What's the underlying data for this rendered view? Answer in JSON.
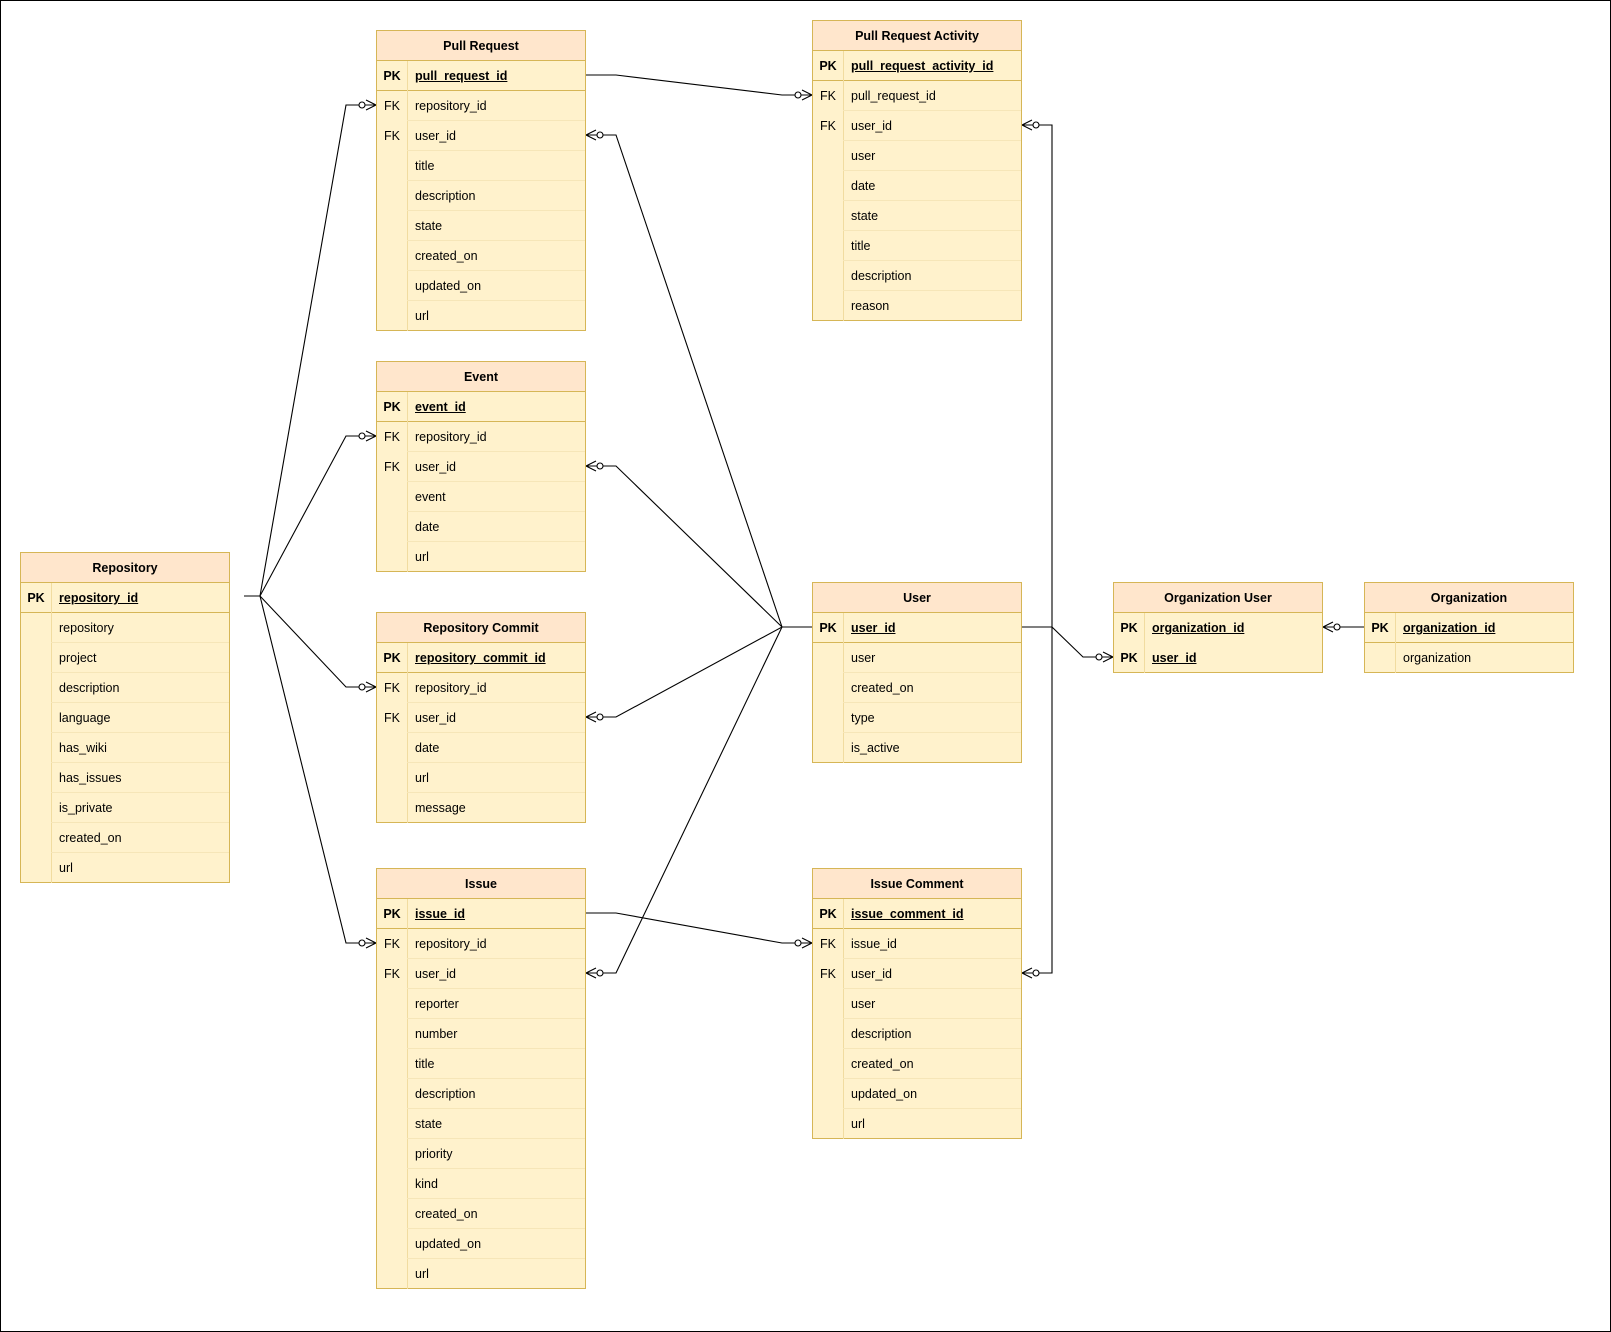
{
  "entities": [
    {
      "id": "repository",
      "title": "Repository",
      "rows": [
        {
          "key": "PK",
          "name": "repository_id",
          "pk": true
        },
        {
          "key": "",
          "name": "repository"
        },
        {
          "key": "",
          "name": "project"
        },
        {
          "key": "",
          "name": "description"
        },
        {
          "key": "",
          "name": "language"
        },
        {
          "key": "",
          "name": "has_wiki"
        },
        {
          "key": "",
          "name": "has_issues"
        },
        {
          "key": "",
          "name": "is_private"
        },
        {
          "key": "",
          "name": "created_on"
        },
        {
          "key": "",
          "name": "url"
        }
      ]
    },
    {
      "id": "pull-request",
      "title": "Pull Request",
      "rows": [
        {
          "key": "PK",
          "name": "pull_request_id",
          "pk": true
        },
        {
          "key": "FK",
          "name": "repository_id"
        },
        {
          "key": "FK",
          "name": "user_id"
        },
        {
          "key": "",
          "name": "title"
        },
        {
          "key": "",
          "name": "description"
        },
        {
          "key": "",
          "name": "state"
        },
        {
          "key": "",
          "name": "created_on"
        },
        {
          "key": "",
          "name": "updated_on"
        },
        {
          "key": "",
          "name": "url"
        }
      ]
    },
    {
      "id": "event",
      "title": "Event",
      "rows": [
        {
          "key": "PK",
          "name": "event_id",
          "pk": true
        },
        {
          "key": "FK",
          "name": "repository_id"
        },
        {
          "key": "FK",
          "name": "user_id"
        },
        {
          "key": "",
          "name": "event"
        },
        {
          "key": "",
          "name": "date"
        },
        {
          "key": "",
          "name": "url"
        }
      ]
    },
    {
      "id": "repository-commit",
      "title": "Repository Commit",
      "rows": [
        {
          "key": "PK",
          "name": "repository_commit_id",
          "pk": true
        },
        {
          "key": "FK",
          "name": "repository_id"
        },
        {
          "key": "FK",
          "name": "user_id"
        },
        {
          "key": "",
          "name": "date"
        },
        {
          "key": "",
          "name": "url"
        },
        {
          "key": "",
          "name": "message"
        }
      ]
    },
    {
      "id": "issue",
      "title": "Issue",
      "rows": [
        {
          "key": "PK",
          "name": "issue_id",
          "pk": true
        },
        {
          "key": "FK",
          "name": "repository_id"
        },
        {
          "key": "FK",
          "name": "user_id"
        },
        {
          "key": "",
          "name": "reporter"
        },
        {
          "key": "",
          "name": "number"
        },
        {
          "key": "",
          "name": "title"
        },
        {
          "key": "",
          "name": "description"
        },
        {
          "key": "",
          "name": "state"
        },
        {
          "key": "",
          "name": "priority"
        },
        {
          "key": "",
          "name": "kind"
        },
        {
          "key": "",
          "name": "created_on"
        },
        {
          "key": "",
          "name": "updated_on"
        },
        {
          "key": "",
          "name": "url"
        }
      ]
    },
    {
      "id": "pull-request-activity",
      "title": "Pull Request Activity",
      "rows": [
        {
          "key": "PK",
          "name": "pull_request_activity_id",
          "pk": true
        },
        {
          "key": "FK",
          "name": "pull_request_id"
        },
        {
          "key": "FK",
          "name": "user_id"
        },
        {
          "key": "",
          "name": "user"
        },
        {
          "key": "",
          "name": "date"
        },
        {
          "key": "",
          "name": "state"
        },
        {
          "key": "",
          "name": "title"
        },
        {
          "key": "",
          "name": "description"
        },
        {
          "key": "",
          "name": "reason"
        }
      ]
    },
    {
      "id": "user",
      "title": "User",
      "rows": [
        {
          "key": "PK",
          "name": "user_id",
          "pk": true
        },
        {
          "key": "",
          "name": "user"
        },
        {
          "key": "",
          "name": "created_on"
        },
        {
          "key": "",
          "name": "type"
        },
        {
          "key": "",
          "name": "is_active"
        }
      ]
    },
    {
      "id": "issue-comment",
      "title": "Issue Comment",
      "rows": [
        {
          "key": "PK",
          "name": "issue_comment_id",
          "pk": true
        },
        {
          "key": "FK",
          "name": "issue_id"
        },
        {
          "key": "FK",
          "name": "user_id"
        },
        {
          "key": "",
          "name": "user"
        },
        {
          "key": "",
          "name": "description"
        },
        {
          "key": "",
          "name": "created_on"
        },
        {
          "key": "",
          "name": "updated_on"
        },
        {
          "key": "",
          "name": "url"
        }
      ]
    },
    {
      "id": "organization-user",
      "title": "Organization User",
      "rows": [
        {
          "key": "PK",
          "name": "organization_id",
          "pk": true
        },
        {
          "key": "PK",
          "name": "user_id",
          "pk": true
        }
      ]
    },
    {
      "id": "organization",
      "title": "Organization",
      "rows": [
        {
          "key": "PK",
          "name": "organization_id",
          "pk": true
        },
        {
          "key": "",
          "name": "organization"
        }
      ]
    }
  ],
  "relationships": [
    {
      "from": "repository.repository_id",
      "to": "pull-request.repository_id",
      "cardinality": "one-to-zero-or-many"
    },
    {
      "from": "repository.repository_id",
      "to": "event.repository_id",
      "cardinality": "one-to-zero-or-many"
    },
    {
      "from": "repository.repository_id",
      "to": "repository-commit.repository_id",
      "cardinality": "one-to-zero-or-many"
    },
    {
      "from": "repository.repository_id",
      "to": "issue.repository_id",
      "cardinality": "one-to-zero-or-many"
    },
    {
      "from": "pull-request.pull_request_id",
      "to": "pull-request-activity.pull_request_id",
      "cardinality": "one-to-zero-or-many"
    },
    {
      "from": "user.user_id",
      "to": "pull-request.user_id",
      "cardinality": "one-to-zero-or-many"
    },
    {
      "from": "user.user_id",
      "to": "event.user_id",
      "cardinality": "one-to-zero-or-many"
    },
    {
      "from": "user.user_id",
      "to": "repository-commit.user_id",
      "cardinality": "one-to-zero-or-many"
    },
    {
      "from": "user.user_id",
      "to": "issue.user_id",
      "cardinality": "one-to-zero-or-many"
    },
    {
      "from": "issue.issue_id",
      "to": "issue-comment.issue_id",
      "cardinality": "one-to-zero-or-many"
    },
    {
      "from": "user.user_id",
      "to": "pull-request-activity.user_id",
      "cardinality": "one-to-zero-or-many"
    },
    {
      "from": "user.user_id",
      "to": "issue-comment.user_id",
      "cardinality": "one-to-zero-or-many"
    },
    {
      "from": "user.user_id",
      "to": "organization-user.user_id",
      "cardinality": "one-to-zero-or-many"
    },
    {
      "from": "organization.organization_id",
      "to": "organization-user.organization_id",
      "cardinality": "one-to-zero-or-many"
    }
  ],
  "colors": {
    "header_fill": "#ffe6cc",
    "body_fill": "#fff2cc",
    "border": "#d6b656",
    "line": "#000000"
  }
}
